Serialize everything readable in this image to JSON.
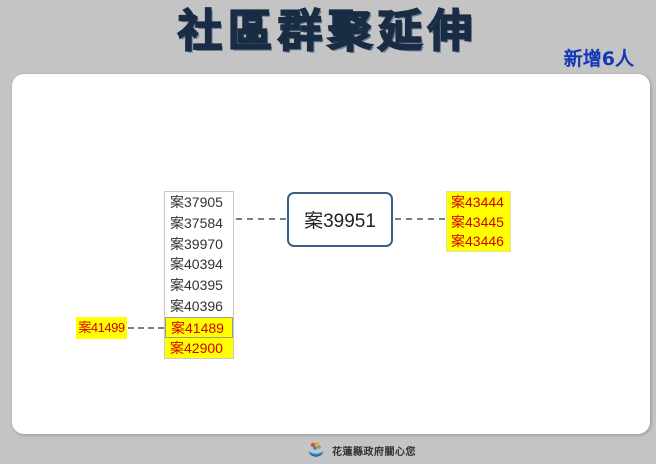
{
  "header": {
    "title": "社區群聚延伸",
    "subtitle": "新增6人"
  },
  "diagram": {
    "center_node": "案39951",
    "left_list": [
      {
        "label": "案37905",
        "highlight": false
      },
      {
        "label": "案37584",
        "highlight": false
      },
      {
        "label": "案39970",
        "highlight": false
      },
      {
        "label": "案40394",
        "highlight": false
      },
      {
        "label": "案40395",
        "highlight": false
      },
      {
        "label": "案40396",
        "highlight": false
      },
      {
        "label": "案41489",
        "highlight": true
      },
      {
        "label": "案42900",
        "highlight": true
      }
    ],
    "right_group": [
      "案43444",
      "案43445",
      "案43446"
    ],
    "far_left_node": "案41499",
    "colors": {
      "highlight_bg": "#ffff00",
      "highlight_text": "#d40000",
      "normal_text": "#333333",
      "connector": "#6f7f90",
      "center_border": "#3d6184"
    }
  },
  "footer": {
    "text": "花蓮縣政府關心您",
    "icon": "hualien-county-logo-icon"
  }
}
